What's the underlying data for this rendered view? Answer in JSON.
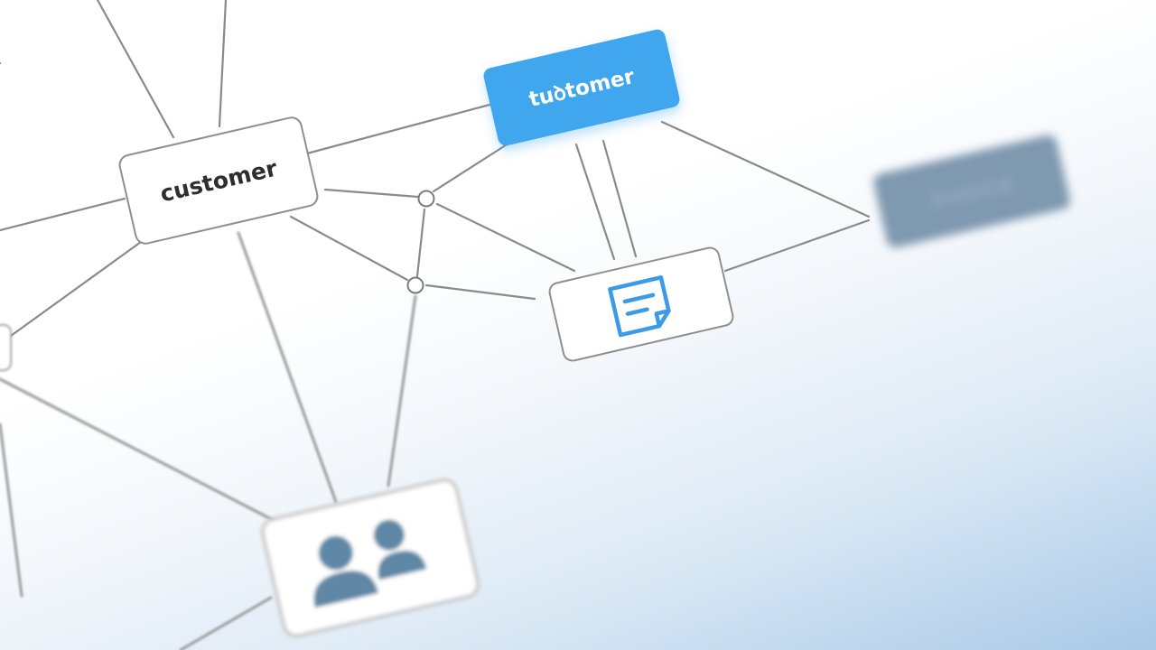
{
  "diagram": {
    "nodes": {
      "customer": {
        "label": "customer"
      },
      "customer_highlighted": {
        "label": "tuꝺtomer"
      },
      "document": {
        "icon": "document-chat-icon"
      },
      "users": {
        "icon": "users-icon"
      },
      "blurred": {
        "label": "Invoice"
      }
    },
    "colors": {
      "accent": "#3fa6ee",
      "node_border": "#8f8f8f",
      "edge": "#8a8a8a",
      "icon_blue": "#3b9be8",
      "icon_slate": "#5f87a6",
      "blurred_node": "#7f99b0"
    }
  }
}
